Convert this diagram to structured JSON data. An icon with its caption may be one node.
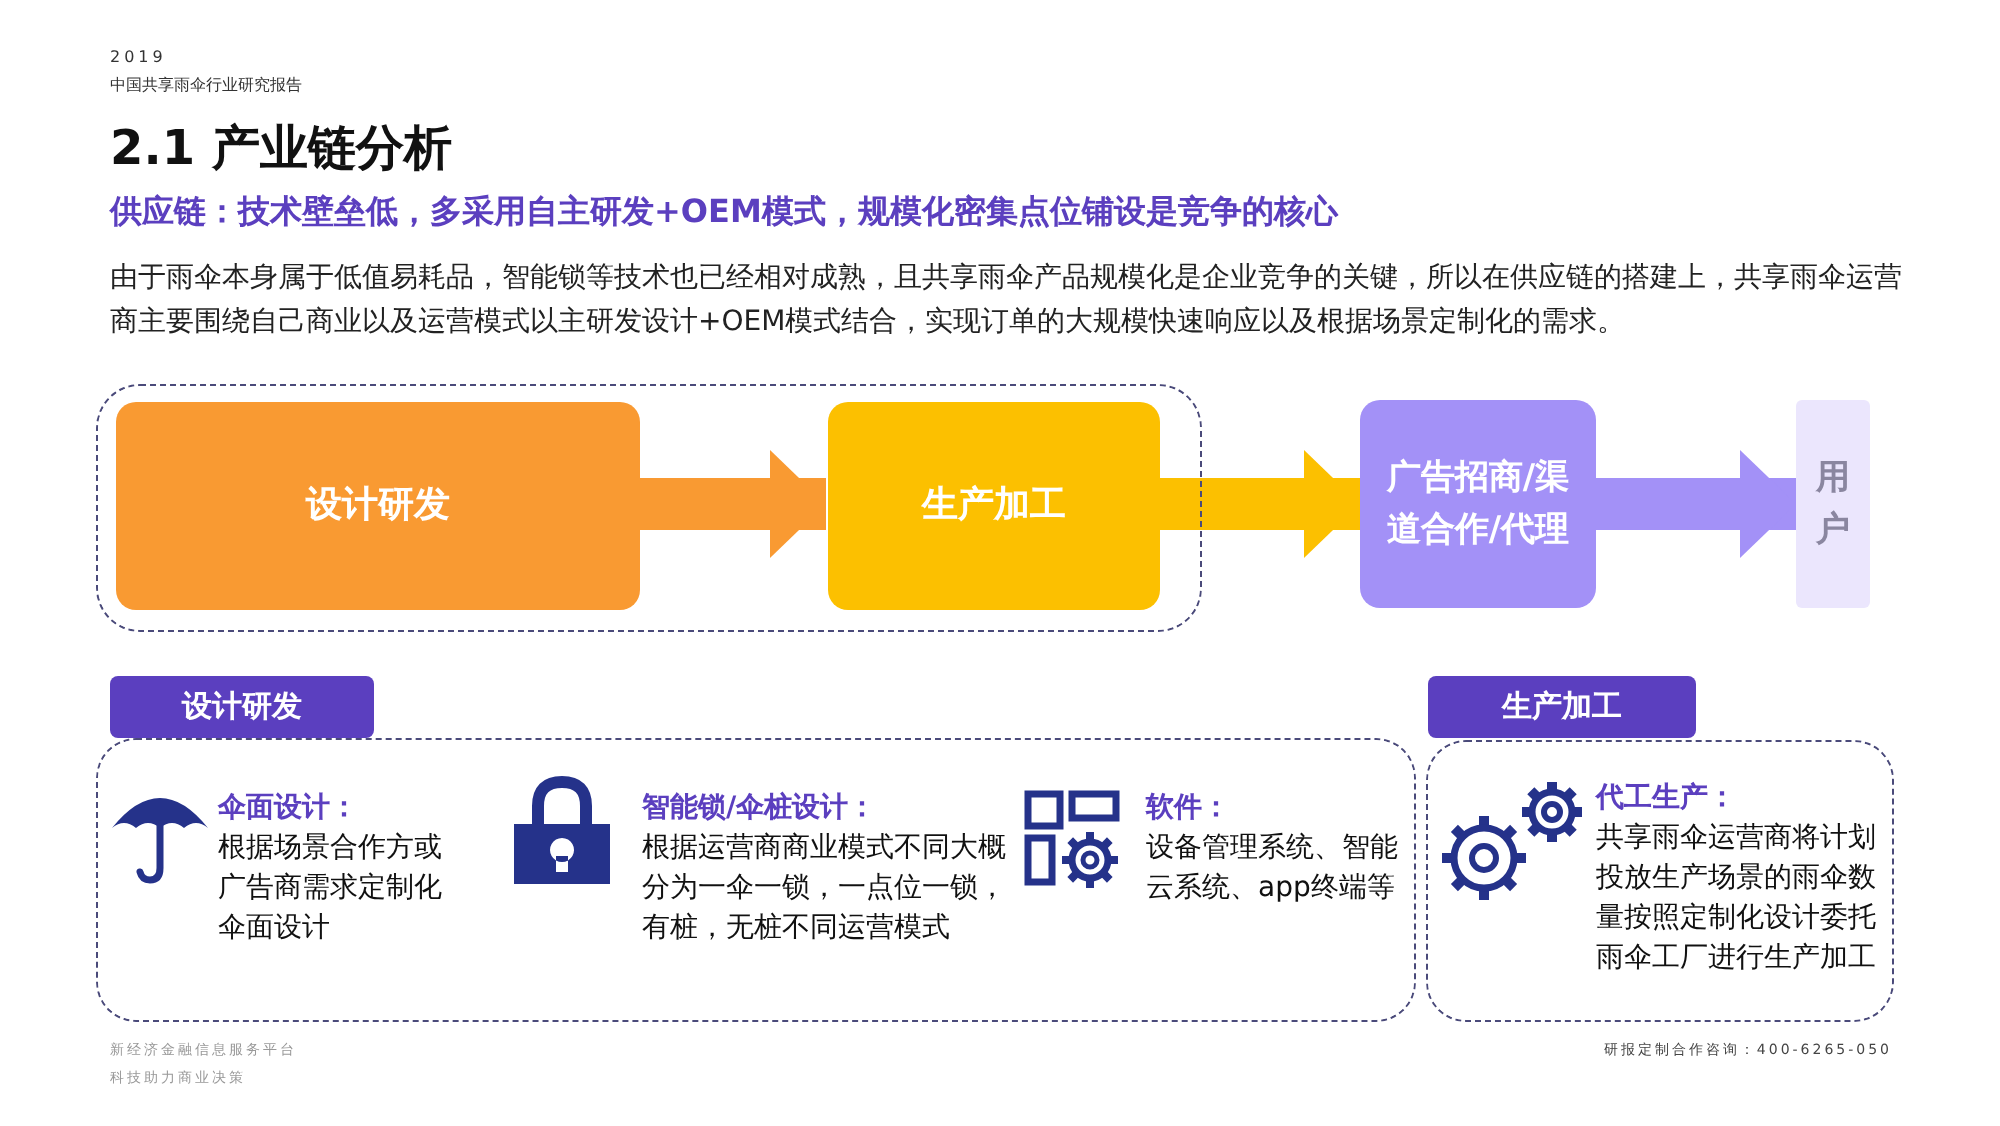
{
  "diagram": {
    "title": "2.1 产业链分析",
    "nodes": [
      {
        "text": [],
        "shape": "box"
      },
      {
        "text": [
          "设计研发"
        ],
        "in": 0
      },
      {
        "text": [
          "生产加工"
        ],
        "in": 0
      },
      {
        "text": [
          "广告招商/渠道合作/代理"
        ]
      },
      {
        "text": [
          "用户"
        ]
      },
      {
        "text": [
          "设计研发"
        ]
      },
      {
        "text": [
          "伞面设计：",
          "根据场景合作方或广告商需求定制化伞面设计",
          "智能锁/伞桩设计：",
          "根据运营商商业模式不同大概分为一伞一锁，一点位一锁，有桩，无桩不同运营模式",
          "软件：",
          "设备管理系统、智能云系统、app终端等"
        ]
      },
      {
        "text": [
          "生产加工"
        ]
      },
      {
        "text": [
          "代工生产：",
          "共享雨伞运营商将计划投放生产场景的雨伞数量按照定制化设计委托雨伞工厂进行生产加工"
        ]
      }
    ],
    "edges": [
      {
        "from": 1,
        "to": 2,
        "arrow": "to",
        "color": "#f99a32"
      },
      {
        "from": 2,
        "to": 3,
        "arrow": "to",
        "color": "#fcc000"
      },
      {
        "from": 3,
        "to": 4,
        "arrow": "to",
        "color": "#a391f7"
      }
    ],
    "labels": [
      "2019",
      "中国共享雨伞行业研究报告",
      "供应链：技术壁垒低，多采用自主研发+OEM模式，规模化密集点位铺设是竞争的核心",
      "由于雨伞本身属于低值易耗品，智能锁等技术也已经相对成熟，且共享雨伞产品规模化是企业竞争的关键，所以在供应链的搭建上，共享雨伞运营商主要围绕自己商业以及运营模式以主研发设计+OEM模式结合，实现订单的大规模快速响应以及根据场景定制化的需求。",
      "新经济金融信息服务平台",
      "科技助力商业决策",
      "研报定制合作咨询：400-6265-050"
    ]
  }
}
